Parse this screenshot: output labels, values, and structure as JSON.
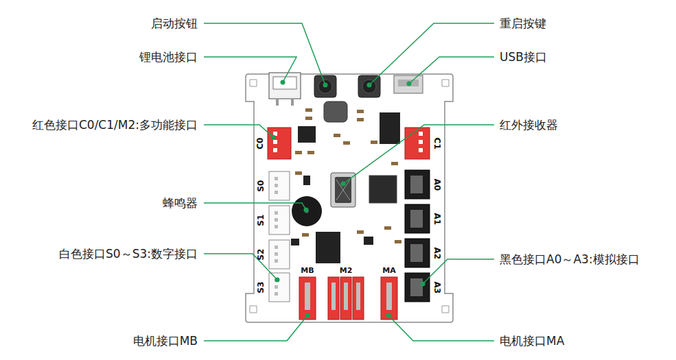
{
  "diagram": {
    "labels": [
      "启动按钮",
      "锂电池接口",
      "红色接口C0/C1/M2:多功能接口",
      "蜂鸣器",
      "白色接口S0～S3:数字接口",
      "电机接口MB",
      "重启按键",
      "USB接口",
      "红外接收器",
      "黑色接口A0～A3:模拟接口",
      "电机接口MA",
      "C0",
      "S0",
      "S1",
      "S2",
      "S3",
      "C1",
      "A0",
      "A1",
      "A2",
      "A3",
      "MB",
      "M2",
      "MA"
    ]
  }
}
